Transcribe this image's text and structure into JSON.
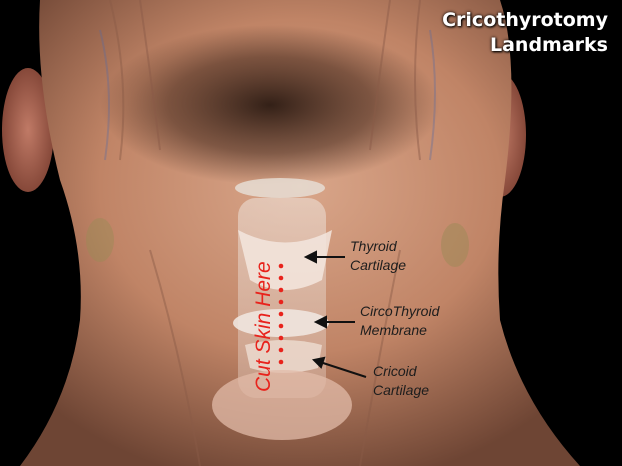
{
  "title": {
    "line1": "Cricothyrotomy",
    "line2": "Landmarks"
  },
  "instruction": "Cut Skin Here",
  "labels": {
    "thyroid": {
      "line1": "Thyroid",
      "line2": "Cartilage"
    },
    "membrane": {
      "line1": "CircoThyroid",
      "line2": "Membrane"
    },
    "cricoid": {
      "line1": "Cricoid",
      "line2": "Cartilage"
    }
  },
  "colors": {
    "background": "#000000",
    "skin": "#c98e70",
    "incision": "#e8231c",
    "title_text": "#ffffff",
    "label_text": "#1d1d1d"
  }
}
